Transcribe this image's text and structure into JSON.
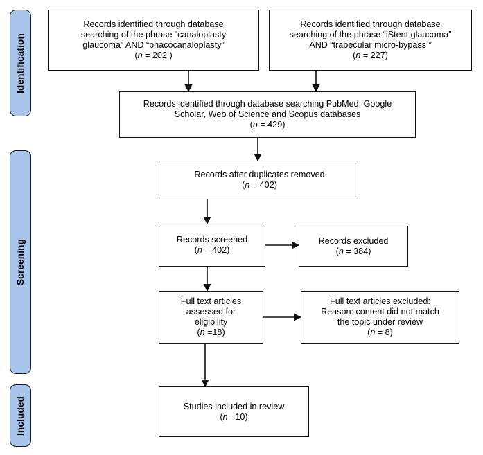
{
  "stages": {
    "identification": "Identification",
    "screening": "Screening",
    "included": "Included"
  },
  "boxes": {
    "canaloplasty": {
      "lines": [
        "Records identified through database",
        "searching of the phrase “canaloplasty",
        "glaucoma” AND “phacocanaloplasty”"
      ],
      "n_label": "n",
      "n_value": " = 202 )",
      "n_prefix": "("
    },
    "istent": {
      "lines": [
        "Records identified through database",
        "searching of the phrase “iStent glaucoma”",
        "AND “trabecular micro-bypass ”"
      ],
      "n_prefix": "(",
      "n_label": "n",
      "n_value": " = 227)"
    },
    "combined": {
      "lines": [
        "Records identified through database searching PubMed, Google",
        "Scholar, Web of Science and Scopus databases"
      ],
      "n_prefix": "(",
      "n_label": "n",
      "n_value": " = 429)"
    },
    "duplicates": {
      "lines": [
        "Records after duplicates removed"
      ],
      "n_prefix": "(",
      "n_label": "n",
      "n_value": " = 402)"
    },
    "screened": {
      "lines": [
        "Records screened"
      ],
      "n_prefix": "(",
      "n_label": "n",
      "n_value": " = 402)"
    },
    "excluded": {
      "lines": [
        "Records excluded"
      ],
      "n_prefix": "(",
      "n_label": "n",
      "n_value": " = 384)"
    },
    "fulltext": {
      "lines": [
        "Full text articles",
        "assessed for",
        "eligibility"
      ],
      "n_prefix": "(",
      "n_label": "n",
      "n_value": " =18)"
    },
    "fulltext_excluded": {
      "lines": [
        "Full text articles excluded:",
        "Reason: content did not match",
        "the topic under review"
      ],
      "n_prefix": "(",
      "n_label": "n",
      "n_value": " = 8)"
    },
    "included_studies": {
      "lines": [
        "Studies included in review"
      ],
      "n_prefix": "(",
      "n_label": "n",
      "n_value": " =10)"
    }
  }
}
